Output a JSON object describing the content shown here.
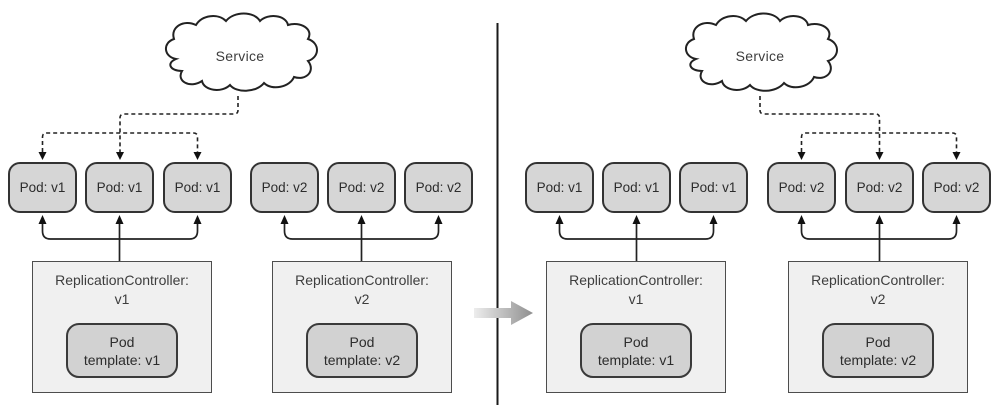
{
  "panels": [
    {
      "name": "before-update",
      "service_label": "Service",
      "pods": [
        {
          "label": "Pod: v1"
        },
        {
          "label": "Pod: v1"
        },
        {
          "label": "Pod: v1"
        },
        {
          "label": "Pod: v2"
        },
        {
          "label": "Pod: v2"
        },
        {
          "label": "Pod: v2"
        }
      ],
      "controllers": [
        {
          "title": "ReplicationController:",
          "version": "v1",
          "template_line1": "Pod",
          "template_line2": "template: v1"
        },
        {
          "title": "ReplicationController:",
          "version": "v2",
          "template_line1": "Pod",
          "template_line2": "template: v2"
        }
      ],
      "service_targets": "v1-pods"
    },
    {
      "name": "after-update",
      "service_label": "Service",
      "pods": [
        {
          "label": "Pod: v1"
        },
        {
          "label": "Pod: v1"
        },
        {
          "label": "Pod: v1"
        },
        {
          "label": "Pod: v2"
        },
        {
          "label": "Pod: v2"
        },
        {
          "label": "Pod: v2"
        }
      ],
      "controllers": [
        {
          "title": "ReplicationController:",
          "version": "v1",
          "template_line1": "Pod",
          "template_line2": "template: v1"
        },
        {
          "title": "ReplicationController:",
          "version": "v2",
          "template_line1": "Pod",
          "template_line2": "template: v2"
        }
      ],
      "service_targets": "v2-pods"
    }
  ],
  "colors": {
    "background": "#ffffff",
    "pod_fill": "#d6d6d6",
    "controller_fill": "#f0f0f0",
    "template_fill": "#d2d2d2",
    "outline": "#333333",
    "connector": "#222222",
    "divider": "#1a1a1a",
    "transition_arrow_start": "#ededed",
    "transition_arrow_end": "#8f8f8f"
  }
}
